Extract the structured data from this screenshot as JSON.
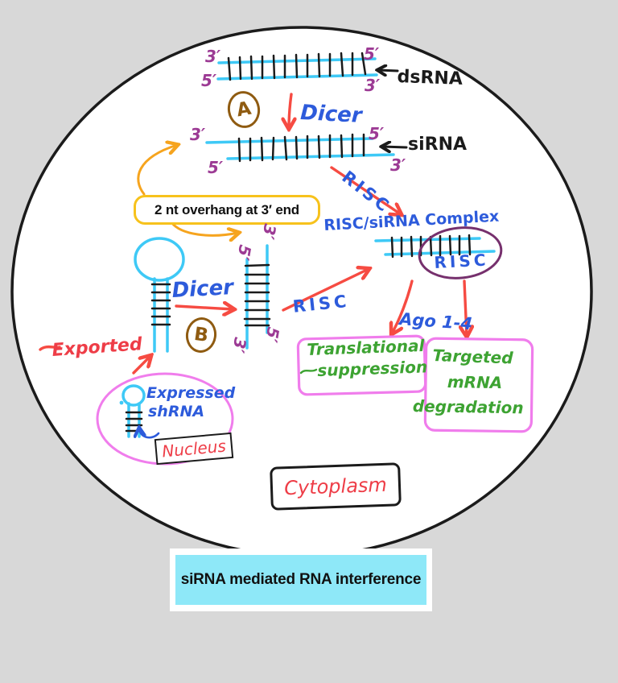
{
  "colors": {
    "background": "#d8d8d8",
    "cell_fill": "#ffffff",
    "outline_black": "#1b1b1b",
    "rna_strand_cyan": "#3ec9f6",
    "banner_cyan": "#8ee8f8",
    "prime_purple": "#9c3a94",
    "arrow_red": "#f64b42",
    "text_red": "#ee3d47",
    "text_blue": "#2d5bdb",
    "badge_brown": "#8f5b11",
    "arrow_orange": "#f6a41e",
    "note_box_yellow": "#f7c21c",
    "text_green": "#3da332",
    "box_pink": "#f07dec",
    "risc_ellipse_purple": "#76306d"
  },
  "pathway": {
    "dsrna": {
      "label": "dsRNA",
      "top_left": "3′",
      "bottom_left": "5′",
      "top_right": "5′",
      "bottom_right": "3′"
    },
    "step_a_badge": "A",
    "dicer_a": "Dicer",
    "sirna": {
      "label": "siRNA",
      "top_left": "3′",
      "bottom_left": "5′",
      "top_right": "5′",
      "bottom_right": "3′"
    },
    "overhang_note": "2 nt overhang at 3′ end",
    "risc_a": "RISC",
    "complex": {
      "title": "RISC/siRNA Complex",
      "risc": "RISC"
    },
    "duplex_b": {
      "top_right": "3′",
      "top_left": "5′",
      "bottom_left": "3′",
      "bottom_right": "5′"
    },
    "dicer_b": "Dicer",
    "step_b_badge": "B",
    "risc_b": "RISC",
    "ago": "Ago 1-4",
    "translational": {
      "line1": "Translational",
      "line2": "suppression"
    },
    "degradation": {
      "line1": "Targeted",
      "line2": "mRNA",
      "line3": "degradation"
    },
    "exported": "Exported",
    "nucleus": {
      "line1": "Expressed",
      "line2": "shRNA",
      "label": "Nucleus"
    },
    "cytoplasm": "Cytoplasm"
  },
  "banner": {
    "title": "siRNA mediated RNA interference"
  }
}
